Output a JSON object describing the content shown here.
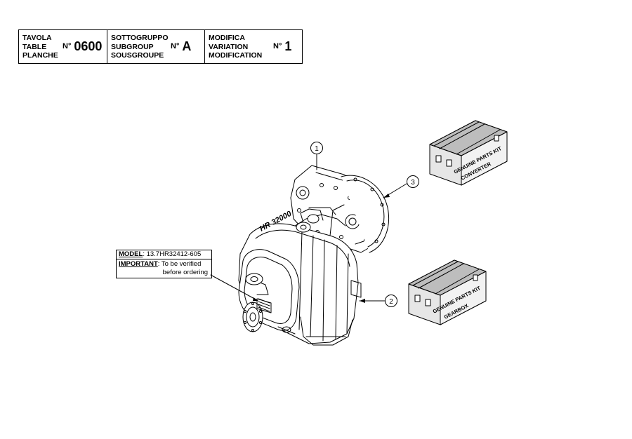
{
  "header": {
    "table": {
      "labels": [
        "TAVOLA",
        "TABLE",
        "PLANCHE"
      ],
      "prefix": "N°",
      "number": "0600"
    },
    "subgroup": {
      "labels": [
        "SOTTOGRUPPO",
        "SUBGROUP",
        "SOUSGROUPE"
      ],
      "prefix": "N°",
      "value": "A"
    },
    "modification": {
      "labels": [
        "MODIFICA",
        "VARIATION",
        "MODIFICATION"
      ],
      "prefix": "N°",
      "value": "1"
    }
  },
  "note": {
    "model_label": "MODEL",
    "model_value": ": 13.7HR32412-605",
    "important_label": "IMPORTANT",
    "important_text": ": To be verified",
    "important_text2": "before ordering"
  },
  "transmission_label": "HR 32000",
  "callouts": [
    "1",
    "2",
    "3"
  ],
  "kits": [
    {
      "line1": "GENUINE PARTS KIT",
      "line2": "CONVERTER"
    },
    {
      "line1": "GENUINE PARTS KIT",
      "line2": "GEARBOX"
    }
  ]
}
